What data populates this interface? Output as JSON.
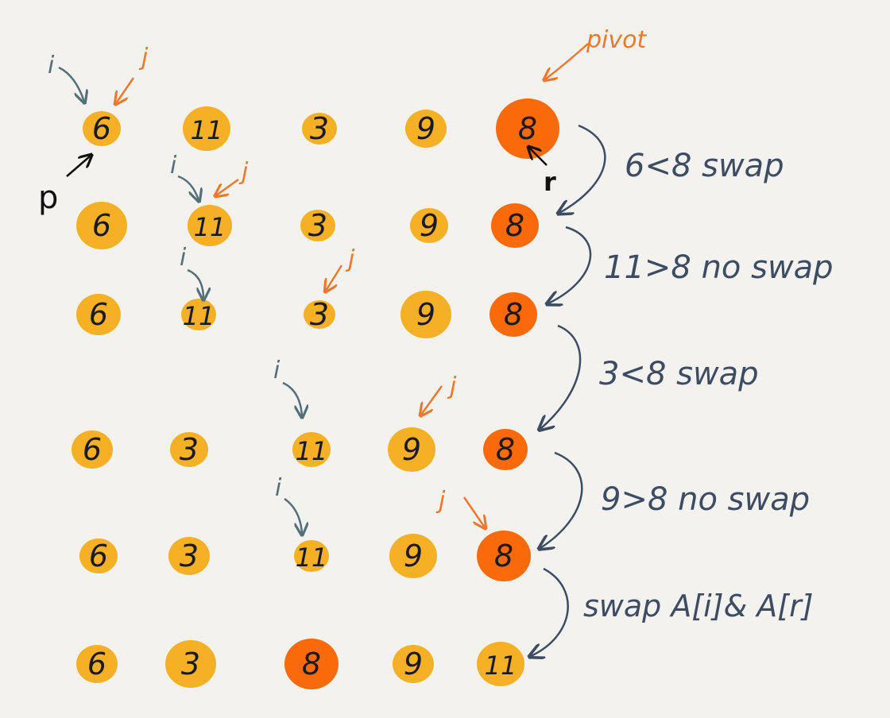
{
  "colors": {
    "background": "#f4f2ee",
    "element": "#f5b025",
    "pivot": "#fa6a0a",
    "pointer_i": "#52707a",
    "pointer_j": "#f0782a",
    "ink_black": "#111111",
    "note_ink": "#3c4d63"
  },
  "labels": {
    "pivot": "pivot",
    "i": "i",
    "j": "j",
    "p": "p",
    "r": "r"
  },
  "rows": [
    {
      "values": [
        "6",
        "11",
        "3",
        "9",
        "8"
      ],
      "highlight": [
        4
      ]
    },
    {
      "values": [
        "6",
        "11",
        "3",
        "9",
        "8"
      ],
      "highlight": [
        4
      ]
    },
    {
      "values": [
        "6",
        "11",
        "3",
        "9",
        "8"
      ],
      "highlight": [
        4
      ]
    },
    {
      "values": [
        "6",
        "3",
        "11",
        "9",
        "8"
      ],
      "highlight": [
        4
      ]
    },
    {
      "values": [
        "6",
        "3",
        "11",
        "9",
        "8"
      ],
      "highlight": [
        4
      ]
    },
    {
      "values": [
        "6",
        "3",
        "8",
        "9",
        "11"
      ],
      "highlight": [
        2
      ]
    }
  ],
  "steps": [
    "6<8  swap",
    "11>8  no swap",
    "3<8  swap",
    "9>8  no swap",
    "swap A[i]& A[r]"
  ]
}
